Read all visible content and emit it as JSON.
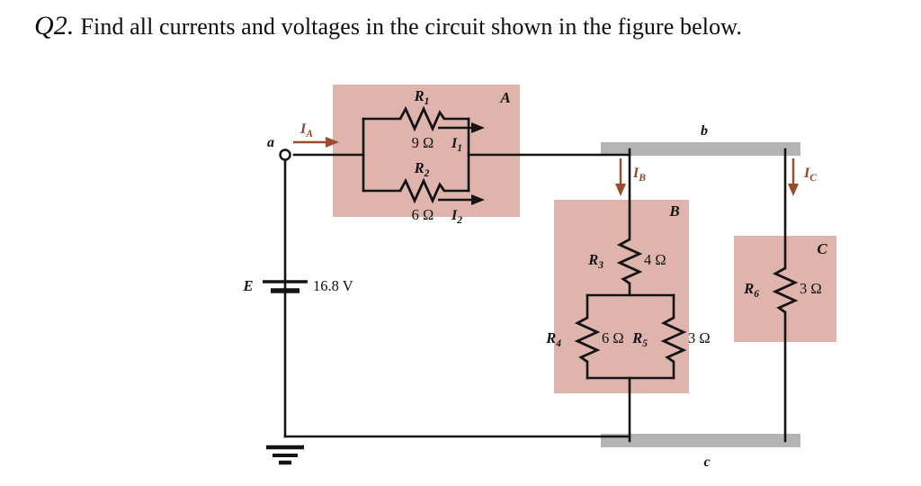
{
  "question": {
    "number": "Q2.",
    "text": "Find all currents and voltages in the circuit shown in the figure below."
  },
  "circuit": {
    "source": {
      "symbol_label": "E",
      "value": "16.8 V"
    },
    "terminals": {
      "a": "a",
      "b": "b",
      "c": "c"
    },
    "blocks": [
      {
        "id": "A",
        "label": "A"
      },
      {
        "id": "B",
        "label": "B"
      },
      {
        "id": "C",
        "label": "C"
      }
    ],
    "resistors": [
      {
        "name": "R",
        "sub": "1",
        "value": "9 Ω",
        "block": "A"
      },
      {
        "name": "R",
        "sub": "2",
        "value": "6 Ω",
        "block": "A"
      },
      {
        "name": "R",
        "sub": "3",
        "value": "4 Ω",
        "block": "B"
      },
      {
        "name": "R",
        "sub": "4",
        "value": "6 Ω",
        "block": "B"
      },
      {
        "name": "R",
        "sub": "5",
        "value": "3 Ω",
        "block": "B"
      },
      {
        "name": "R",
        "sub": "6",
        "value": "3 Ω",
        "block": "C"
      }
    ],
    "currents": [
      {
        "name": "I",
        "sub": "A",
        "direction": "right"
      },
      {
        "name": "I",
        "sub": "1",
        "direction": "right"
      },
      {
        "name": "I",
        "sub": "2",
        "direction": "right"
      },
      {
        "name": "I",
        "sub": "B",
        "direction": "down"
      },
      {
        "name": "I",
        "sub": "C",
        "direction": "down"
      }
    ],
    "colors": {
      "shade": "#dfb4ac",
      "busbar": "#b4b4b4",
      "wire": "#141414",
      "current_arrow": "#9a4c2d"
    }
  }
}
